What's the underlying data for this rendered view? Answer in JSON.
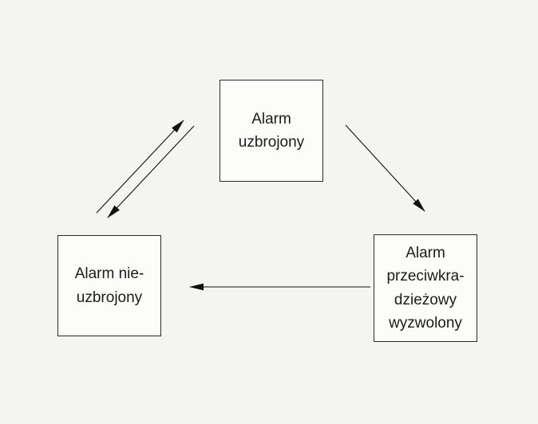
{
  "diagram": {
    "title": "",
    "colors": {
      "background": "#f4f4f1",
      "box_background": "#fcfcfb",
      "box_border": "#2a2a2a",
      "arrow": "#111111",
      "text": "#1b1b1b"
    },
    "nodes": {
      "armed": {
        "id": "alarm-armed",
        "lines": [
          "Alarm",
          "uzbrojony"
        ]
      },
      "disarmed": {
        "id": "alarm-disarmed",
        "lines": [
          "Alarm nie-",
          "uzbrojony"
        ]
      },
      "triggered": {
        "id": "alarm-triggered",
        "lines": [
          "Alarm",
          "przeciwkra-",
          "dzieżowy",
          "wyzwolony"
        ]
      }
    },
    "edges": [
      {
        "name": "disarmed-to-armed",
        "from": "alarm-disarmed",
        "to": "alarm-armed",
        "direction": "up-right"
      },
      {
        "name": "armed-to-disarmed",
        "from": "alarm-armed",
        "to": "alarm-disarmed",
        "direction": "down-left"
      },
      {
        "name": "armed-to-triggered",
        "from": "alarm-armed",
        "to": "alarm-triggered",
        "direction": "down-right"
      },
      {
        "name": "triggered-to-disarmed",
        "from": "alarm-triggered",
        "to": "alarm-disarmed",
        "direction": "left"
      }
    ]
  }
}
